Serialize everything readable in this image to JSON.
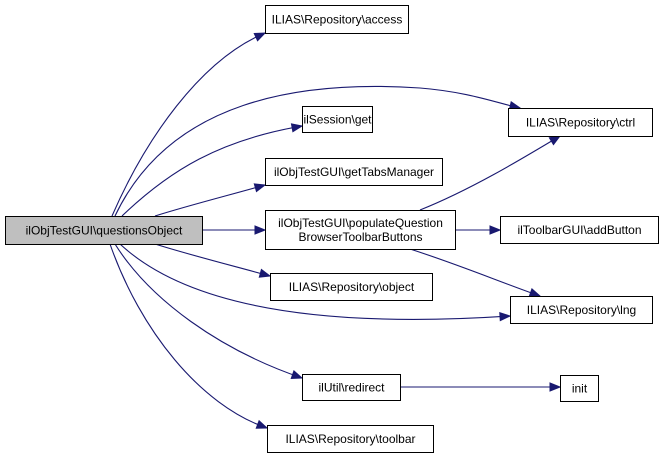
{
  "diagram": {
    "type": "call-graph",
    "colors": {
      "edge": "#191970",
      "root_fill": "#bfbfbf",
      "node_fill": "#ffffff",
      "border": "#000000"
    },
    "nodes": [
      {
        "id": "root",
        "lines": [
          "ilObjTestGUI\\questionsObject"
        ],
        "root": true
      },
      {
        "id": "access",
        "lines": [
          "ILIAS\\Repository\\access"
        ]
      },
      {
        "id": "ctrl",
        "lines": [
          "ILIAS\\Repository\\ctrl"
        ]
      },
      {
        "id": "get",
        "lines": [
          "ilSession\\get"
        ]
      },
      {
        "id": "tabs",
        "lines": [
          "ilObjTestGUI\\getTabsManager"
        ]
      },
      {
        "id": "populate",
        "lines": [
          "ilObjTestGUI\\populateQuestion",
          "BrowserToolbarButtons"
        ]
      },
      {
        "id": "addButton",
        "lines": [
          "ilToolbarGUI\\addButton"
        ]
      },
      {
        "id": "object",
        "lines": [
          "ILIAS\\Repository\\object"
        ]
      },
      {
        "id": "lng",
        "lines": [
          "ILIAS\\Repository\\lng"
        ]
      },
      {
        "id": "redirect",
        "lines": [
          "ilUtil\\redirect"
        ]
      },
      {
        "id": "init",
        "lines": [
          "init"
        ]
      },
      {
        "id": "toolbar",
        "lines": [
          "ILIAS\\Repository\\toolbar"
        ]
      }
    ],
    "edges": [
      {
        "from": "root",
        "to": "access"
      },
      {
        "from": "root",
        "to": "ctrl"
      },
      {
        "from": "root",
        "to": "get"
      },
      {
        "from": "root",
        "to": "tabs"
      },
      {
        "from": "root",
        "to": "populate"
      },
      {
        "from": "root",
        "to": "object"
      },
      {
        "from": "root",
        "to": "lng"
      },
      {
        "from": "root",
        "to": "redirect"
      },
      {
        "from": "root",
        "to": "toolbar"
      },
      {
        "from": "populate",
        "to": "ctrl"
      },
      {
        "from": "populate",
        "to": "addButton"
      },
      {
        "from": "populate",
        "to": "lng"
      },
      {
        "from": "redirect",
        "to": "init"
      }
    ]
  }
}
